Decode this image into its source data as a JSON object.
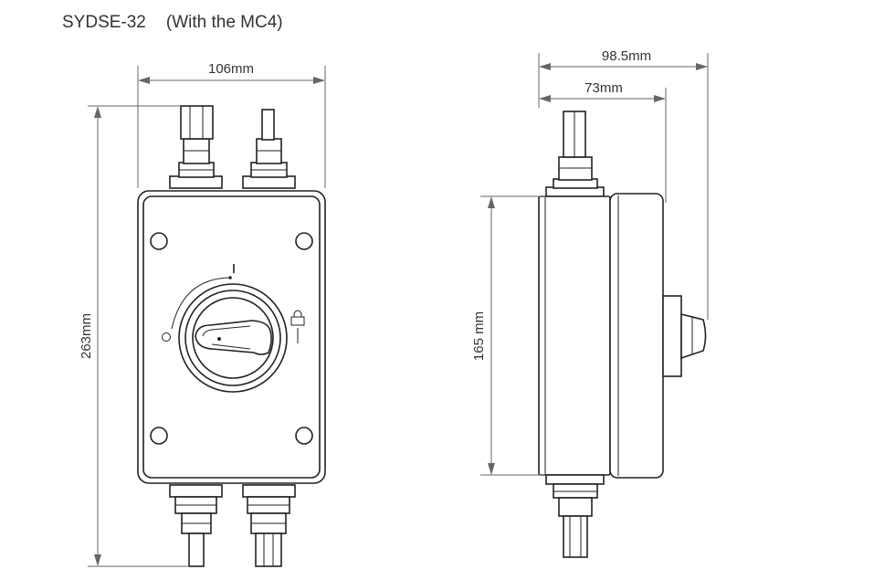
{
  "title": {
    "model": "SYDSE-32",
    "subtitle": "(With the MC4)"
  },
  "dimensions": {
    "front_width": "106mm",
    "front_height": "263mm",
    "side_depth_total": "98.5mm",
    "side_depth_body": "73mm",
    "side_height": "165 mm"
  },
  "symbols": {
    "on_mark": "I",
    "off_mark": "O"
  },
  "colors": {
    "line": "#222222",
    "dimension": "#666666",
    "text": "#333333"
  }
}
